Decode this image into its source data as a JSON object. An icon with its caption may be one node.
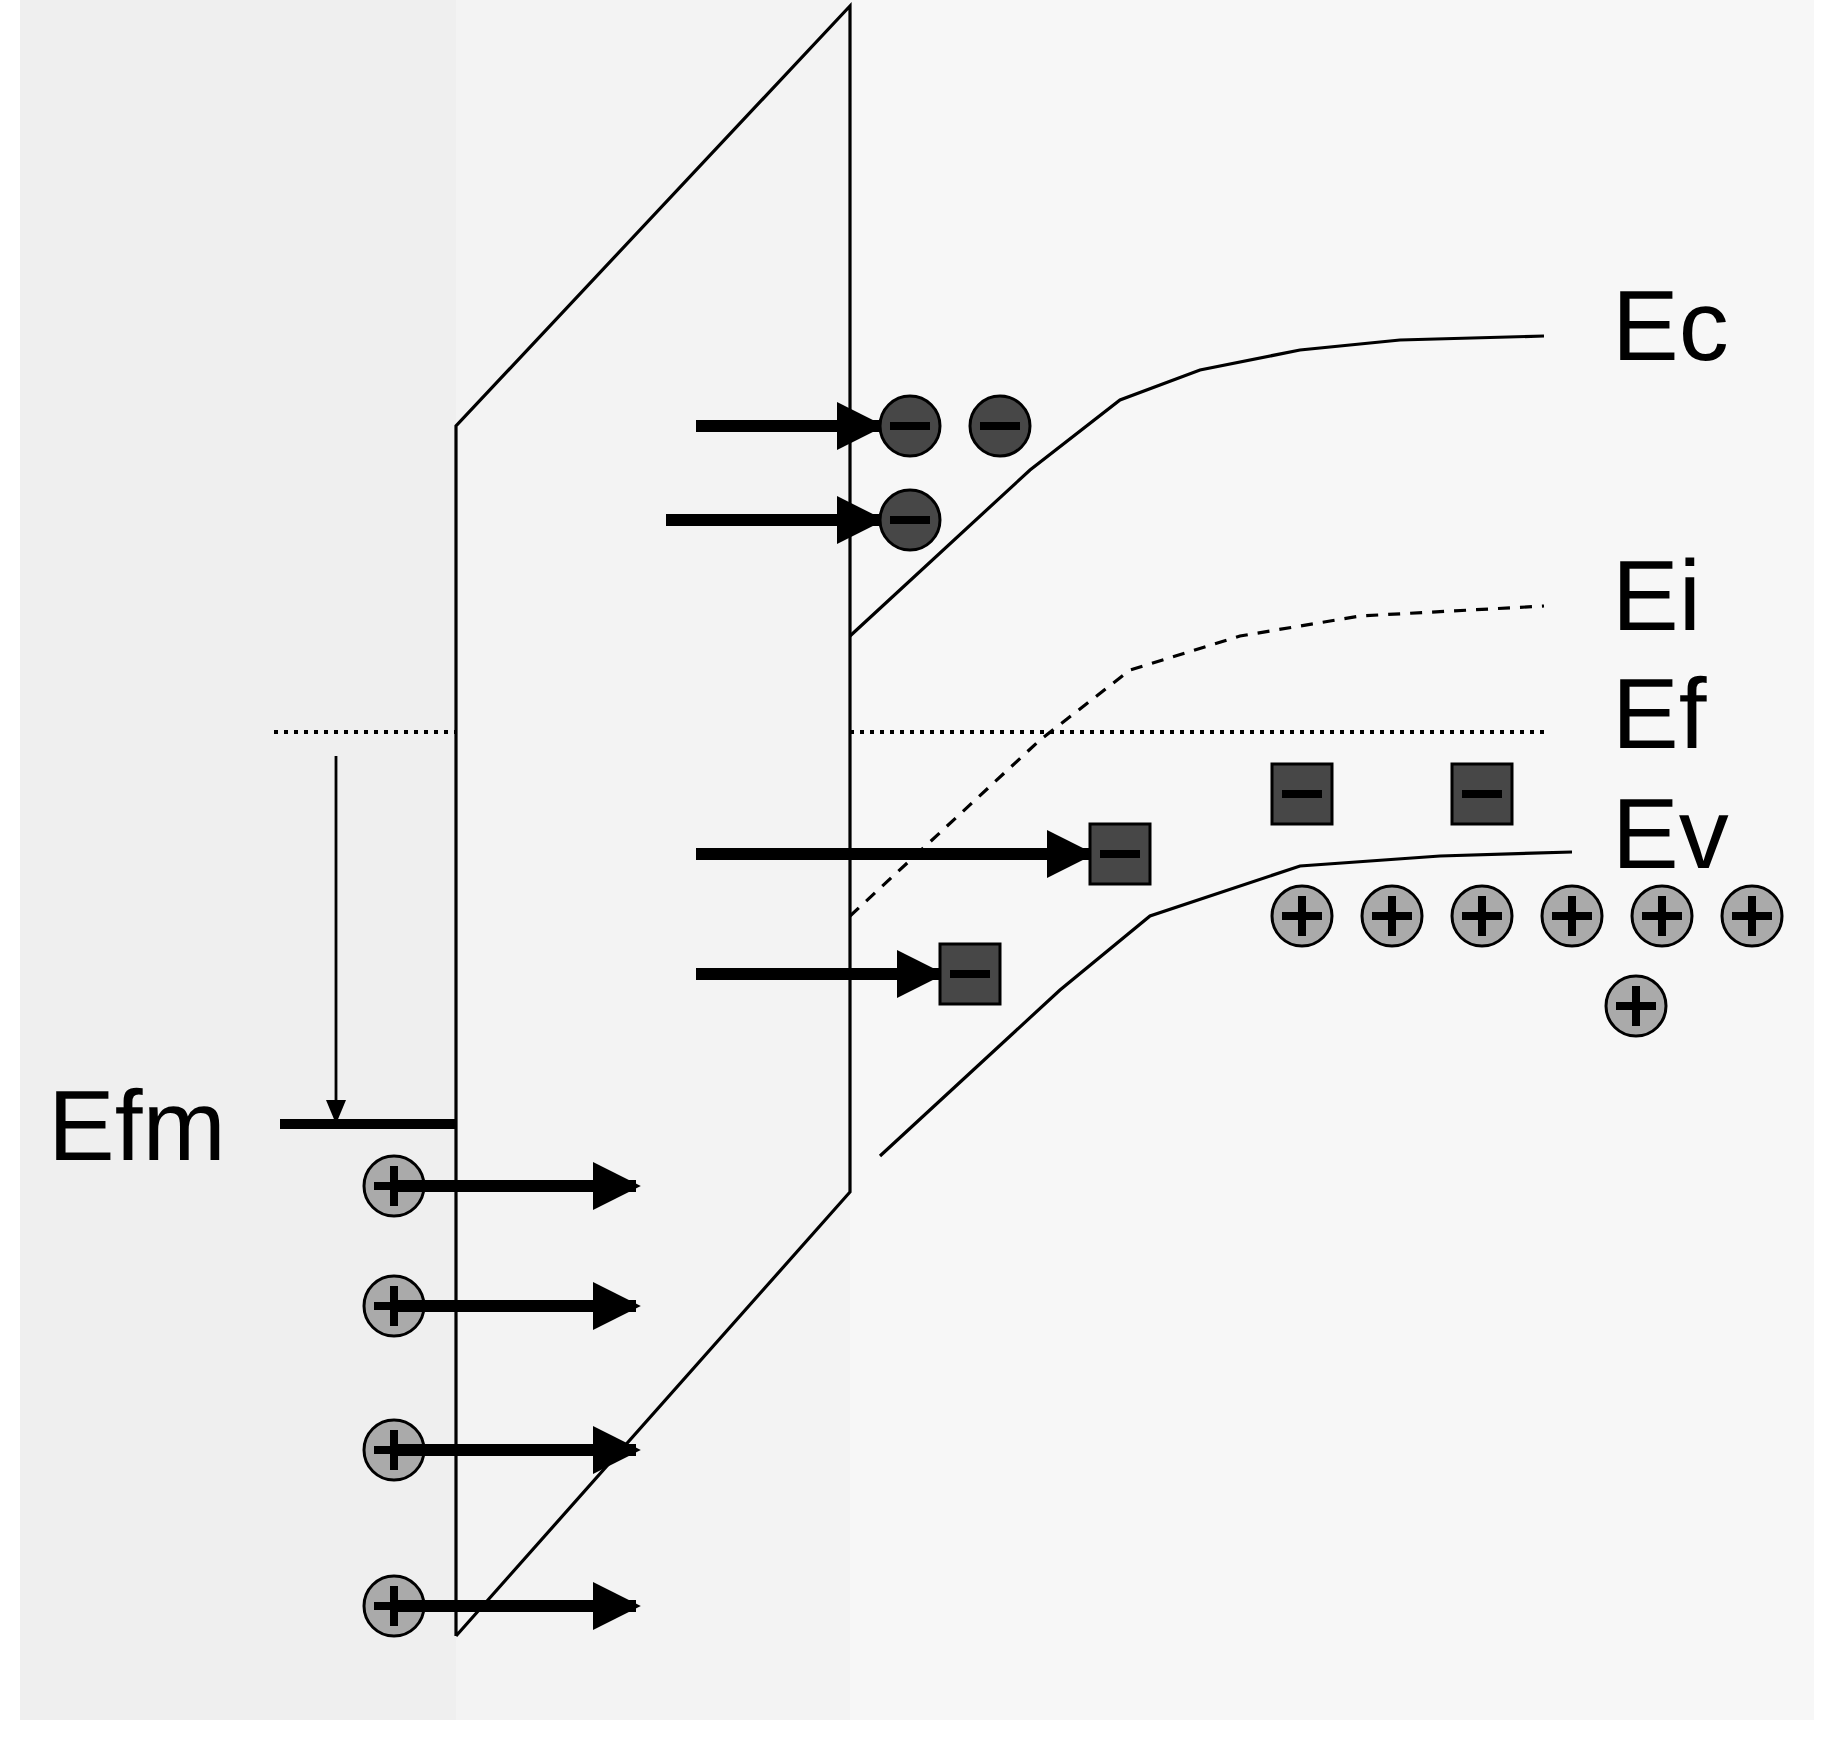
{
  "diagram": {
    "labels": [
      "Ec",
      "Ei",
      "Ef",
      "Ev",
      "Efm"
    ]
  }
}
